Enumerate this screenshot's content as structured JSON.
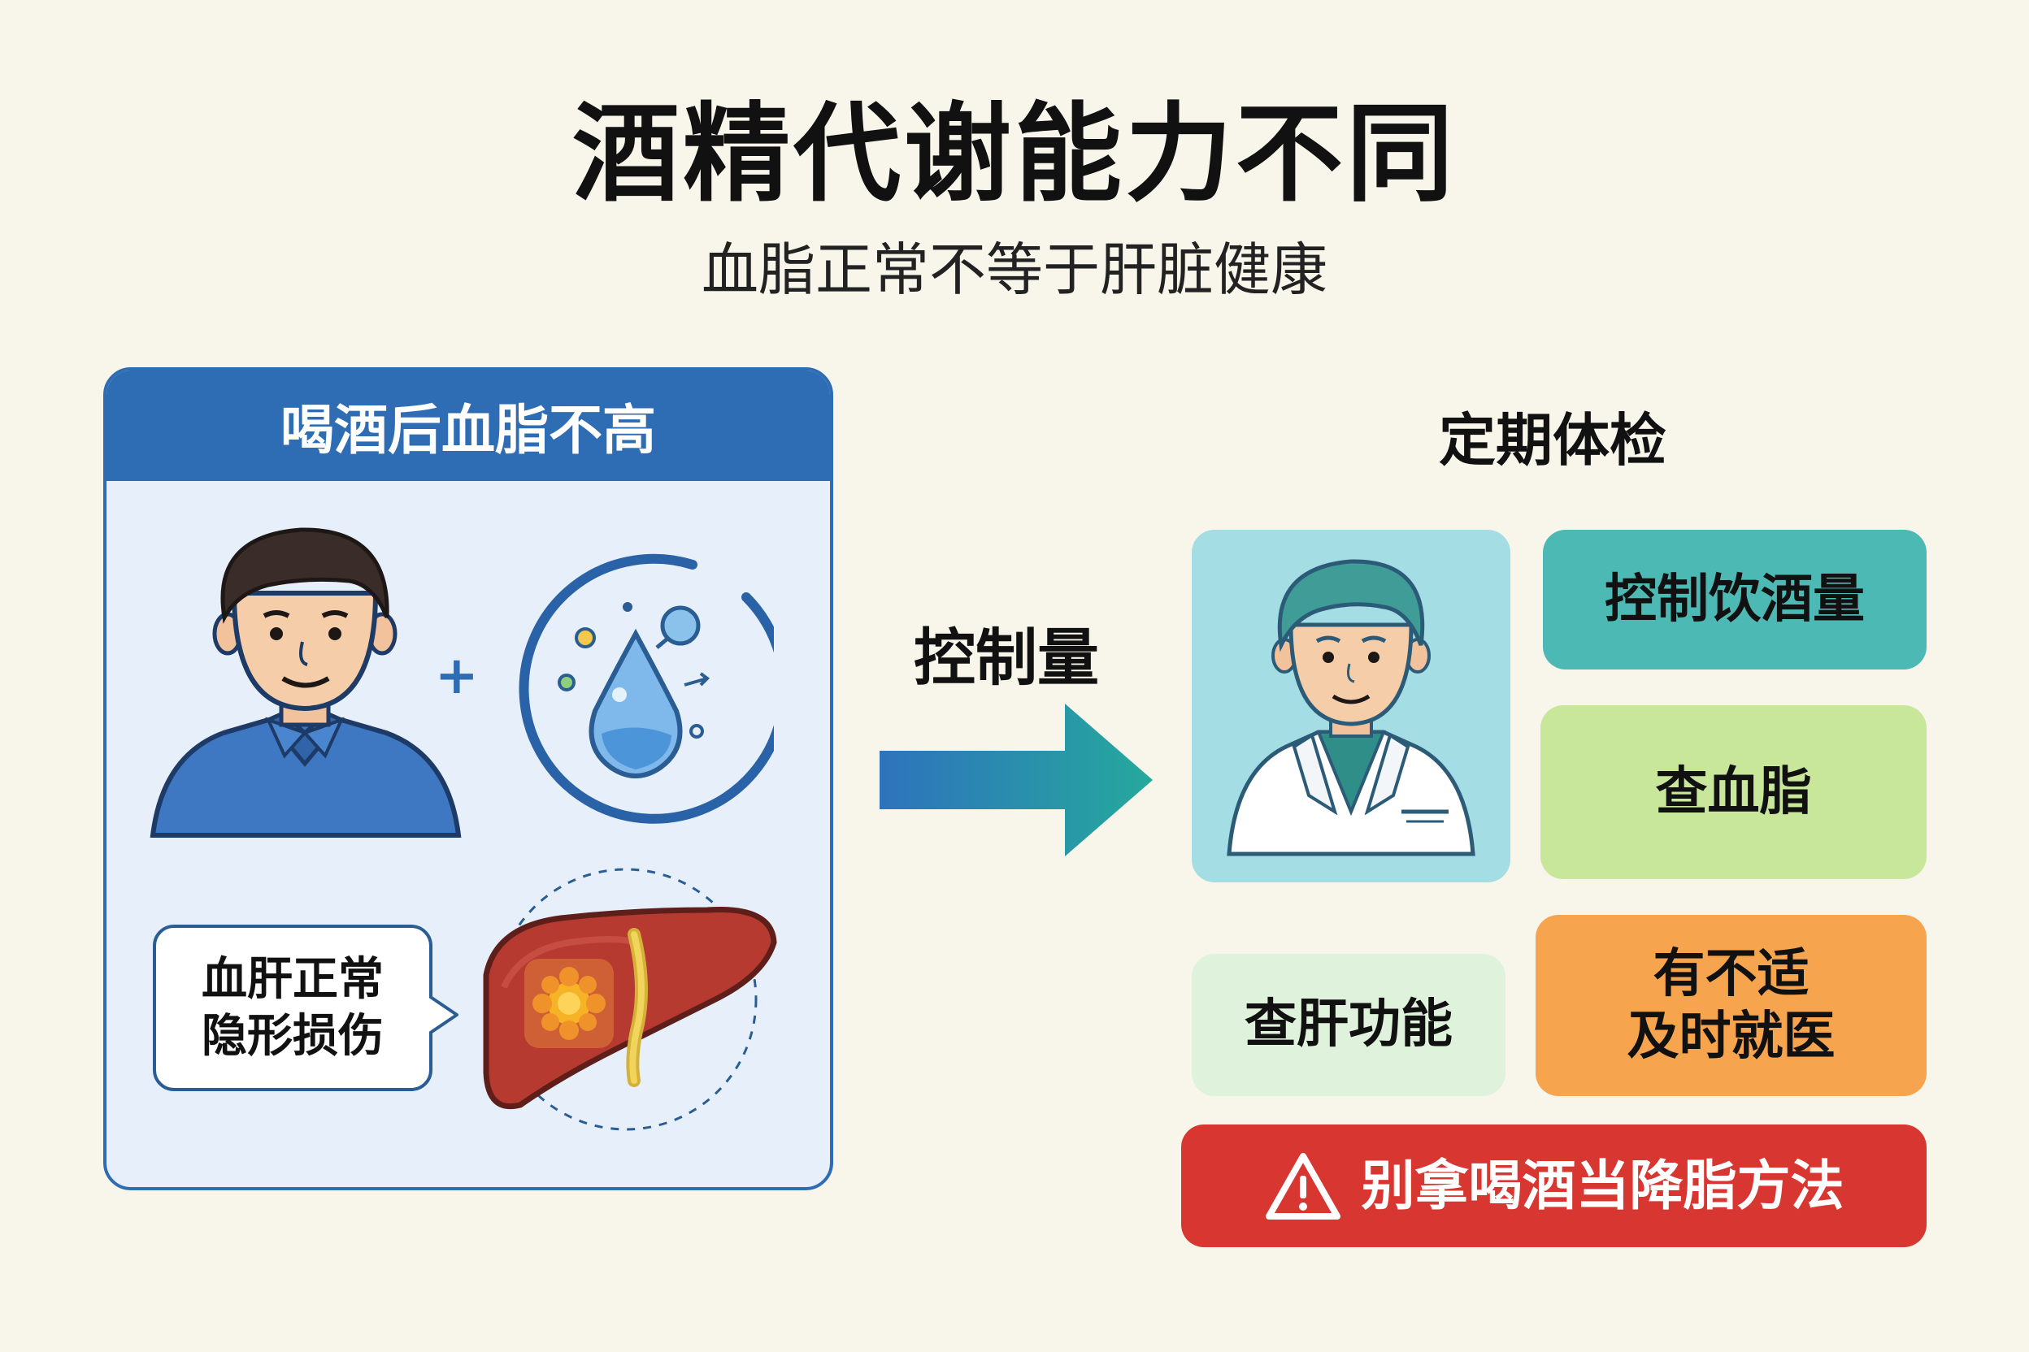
{
  "title": "酒精代谢能力不同",
  "subtitle": "血脂正常不等于肝脏健康",
  "left_panel": {
    "header": "喝酒后血脂不高",
    "plus": "+",
    "bubble_line1": "血肝正常",
    "bubble_line2": "隐形损伤"
  },
  "arrow_label": "控制量",
  "right_panel": {
    "title": "定期体检",
    "cards": {
      "limit_drinking": "控制饮酒量",
      "check_lipids": "查血脂",
      "check_liver": "查肝功能",
      "see_doctor_line1": "有不适",
      "see_doctor_line2": "及时就医",
      "warning": "别拿喝酒当降脂方法"
    }
  },
  "colors": {
    "background": "#f8f6ea",
    "left_panel_blue": "#2e6db3",
    "left_panel_fill": "#e7f0fa",
    "teal": "#4db9b5",
    "light_green": "#c8e79b",
    "pale_green": "#dff3dc",
    "orange": "#f6a54e",
    "warning_red": "#d83630"
  },
  "icons": [
    "man-icon",
    "water-drop-icon",
    "liver-icon",
    "arrow-right-icon",
    "doctor-icon",
    "warning-triangle-icon"
  ]
}
